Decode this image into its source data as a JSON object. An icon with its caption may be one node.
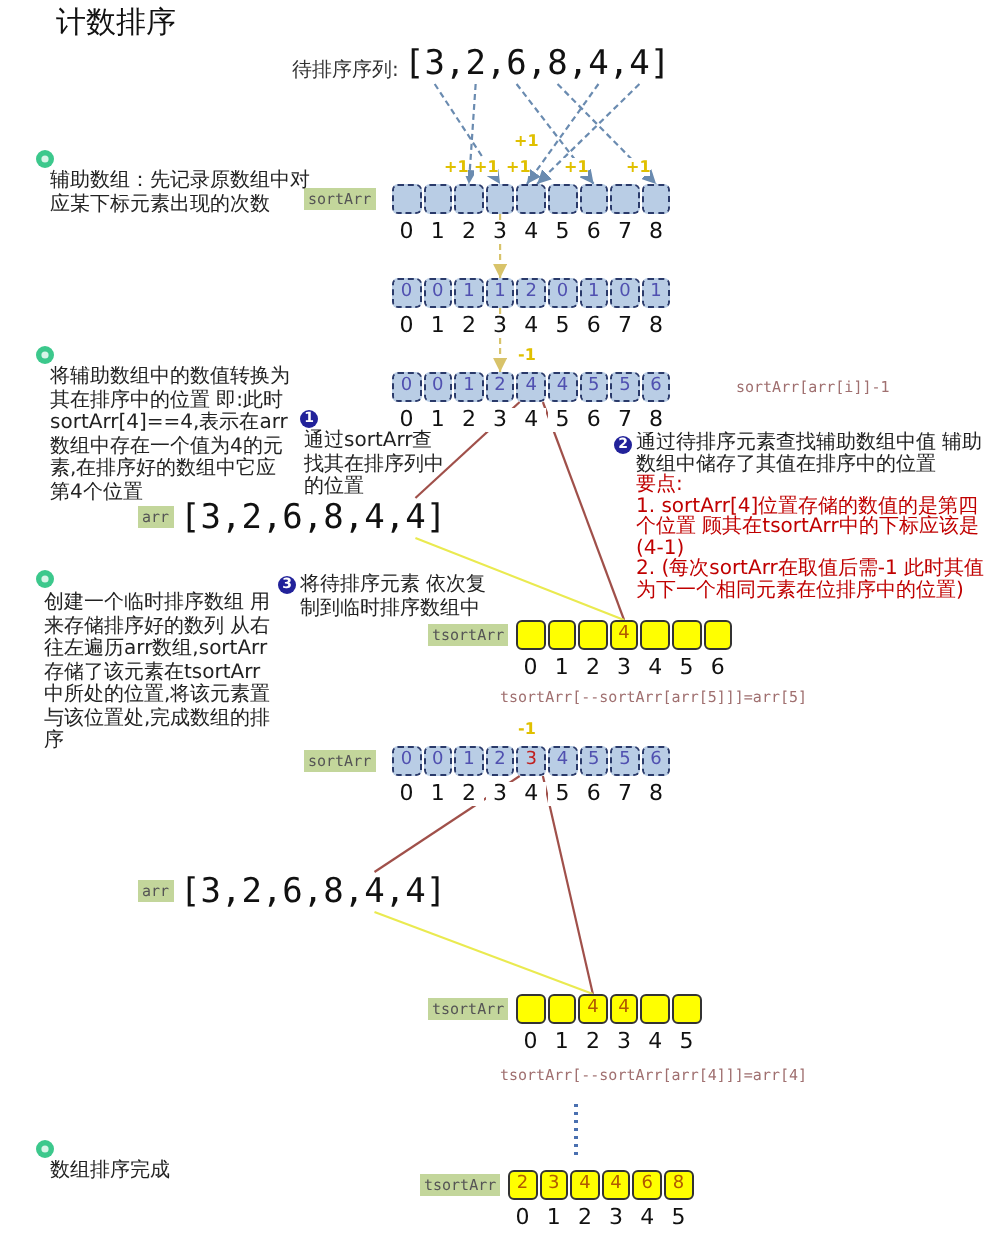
{
  "diagram": {
    "title": "计数排序",
    "nodes": [
      {
        "text": [
          "[3,2,6,8,4,4]"
        ],
        "beside": [
          "待排序序列:"
        ]
      },
      {
        "text": [
          "sortArr"
        ]
      },
      {
        "text": [],
        "shape": "box"
      },
      {
        "text": [],
        "shape": "box"
      },
      {
        "text": [],
        "shape": "box"
      },
      {
        "text": [],
        "shape": "box"
      },
      {
        "text": [],
        "shape": "box"
      },
      {
        "text": [],
        "shape": "box"
      },
      {
        "text": [],
        "shape": "box"
      },
      {
        "text": [],
        "shape": "box"
      },
      {
        "text": [],
        "shape": "box"
      },
      {
        "text": [
          "0"
        ]
      },
      {
        "text": [
          "0"
        ]
      },
      {
        "text": [
          "1"
        ]
      },
      {
        "text": [
          "1"
        ]
      },
      {
        "text": [
          "2"
        ]
      },
      {
        "text": [
          "0"
        ]
      },
      {
        "text": [
          "1"
        ]
      },
      {
        "text": [
          "0"
        ]
      },
      {
        "text": [
          "1"
        ]
      },
      {
        "text": [
          "0"
        ]
      },
      {
        "text": [
          "0"
        ]
      },
      {
        "text": [
          "1"
        ]
      },
      {
        "text": [
          "2"
        ]
      },
      {
        "text": [
          "4"
        ]
      },
      {
        "text": [
          "4"
        ]
      },
      {
        "text": [
          "5"
        ]
      },
      {
        "text": [
          "5"
        ]
      },
      {
        "text": [
          "6"
        ]
      },
      {
        "text": [
          "arr"
        ]
      },
      {
        "text": [
          "[3,2,6,8,4,4]"
        ]
      },
      {
        "text": [
          "tsortArr"
        ]
      },
      {
        "text": [],
        "shape": "box"
      },
      {
        "text": [],
        "shape": "box"
      },
      {
        "text": [],
        "shape": "box"
      },
      {
        "text": [
          "4"
        ]
      },
      {
        "text": [],
        "shape": "box"
      },
      {
        "text": [],
        "shape": "box"
      },
      {
        "text": [],
        "shape": "box"
      },
      {
        "text": [
          "sortArr"
        ]
      },
      {
        "text": [
          "0"
        ]
      },
      {
        "text": [
          "0"
        ]
      },
      {
        "text": [
          "1"
        ]
      },
      {
        "text": [
          "2"
        ]
      },
      {
        "text": [
          "3"
        ]
      },
      {
        "text": [
          "4"
        ]
      },
      {
        "text": [
          "5"
        ]
      },
      {
        "text": [
          "5"
        ]
      },
      {
        "text": [
          "6"
        ]
      },
      {
        "text": [
          "arr"
        ]
      },
      {
        "text": [
          "[3,2,6,8,4,4]"
        ]
      },
      {
        "text": [
          "tsortArr"
        ]
      },
      {
        "text": [],
        "shape": "box"
      },
      {
        "text": [],
        "shape": "box"
      },
      {
        "text": [
          "4"
        ]
      },
      {
        "text": [
          "4"
        ]
      },
      {
        "text": [],
        "shape": "box"
      },
      {
        "text": [],
        "shape": "box"
      },
      {
        "text": [
          "tsortArr"
        ]
      },
      {
        "text": [
          "2"
        ]
      },
      {
        "text": [
          "3"
        ]
      },
      {
        "text": [
          "4"
        ]
      },
      {
        "text": [
          "4"
        ]
      },
      {
        "text": [
          "6"
        ]
      },
      {
        "text": [
          "8"
        ]
      }
    ],
    "edges": [
      {
        "from": 0,
        "to": 5,
        "arrow": "to",
        "label": "+1",
        "style": "dashed"
      },
      {
        "from": 0,
        "to": 4,
        "arrow": "to",
        "label": "+1",
        "style": "dashed"
      },
      {
        "from": 0,
        "to": 8,
        "arrow": "to",
        "label": "+1",
        "style": "dashed"
      },
      {
        "from": 0,
        "to": 10,
        "arrow": "to",
        "label": "+1",
        "style": "dashed"
      },
      {
        "from": 0,
        "to": 6,
        "arrow": "to",
        "label": "+1",
        "style": "dashed"
      },
      {
        "from": 0,
        "to": 6,
        "arrow": "to",
        "label": "+1",
        "style": "dashed"
      },
      {
        "from": 5,
        "to": 14,
        "arrow": "to",
        "style": "dashed",
        "color": "#d8c36a"
      },
      {
        "from": 14,
        "to": 23,
        "arrow": "to",
        "style": "dashed",
        "color": "#d8c36a"
      },
      {
        "from": 24,
        "to": 30,
        "arrow": "none",
        "color": "#a0504a"
      },
      {
        "from": 24,
        "to": 35,
        "arrow": "none",
        "color": "#a0504a"
      },
      {
        "from": 30,
        "to": 35,
        "arrow": "none",
        "color": "#eaea50"
      },
      {
        "from": 44,
        "to": 50,
        "arrow": "none",
        "color": "#a0504a"
      },
      {
        "from": 44,
        "to": 54,
        "arrow": "none",
        "color": "#a0504a"
      },
      {
        "from": 50,
        "to": 54,
        "arrow": "none",
        "color": "#eaea50"
      }
    ],
    "labels": [
      "辅助数组：先记录原数组中对应某下标元素出现的次数",
      "0",
      "1",
      "2",
      "3",
      "4",
      "5",
      "6",
      "7",
      "8",
      "0",
      "1",
      "2",
      "3",
      "4",
      "5",
      "6",
      "7",
      "8",
      "-1",
      "将辅助数组中的数值转换为其在排序中的位置 即:此时sortArr[4]==4,表示在arr数组中存在一个值为4的元素,在排序好的数组中它应第4个位置",
      "sortArr[arr[i]]-1",
      "0",
      "1",
      "2",
      "3",
      "4",
      "5",
      "6",
      "7",
      "8",
      "2",
      "通过待排序元素查找辅助数组中值 辅助数组中储存了其值在排序中的位置",
      "要点:",
      "1. sortArr[4]位置存储的数值的是第四个位置 顾其在tsortArr中的下标应该是(4-1)",
      "2. (每次sortArr在取值后需-1 此时其值为下一个相同元素在位排序中的位置)",
      "1",
      "通过sortArr查找其在排序列中的位置",
      "3",
      "将待排序元素 依次复制到临时排序数组中",
      "创建一个临时排序数组 用来存储排序好的数列 从右往左遍历arr数组,sortArr存储了该元素在tsortArr中所处的位置,将该元素置与该位置处,完成数组的排序",
      "0",
      "1",
      "2",
      "3",
      "4",
      "5",
      "6",
      "tsortArr[--sortArr[arr[5]]]=arr[5]",
      "-1",
      "0",
      "1",
      "2",
      "3",
      "4",
      "5",
      "6",
      "7",
      "8",
      "0",
      "1",
      "2",
      "3",
      "4",
      "5",
      "tsortArr[--sortArr[arr[4]]]=arr[4]",
      "数组排序完成",
      "0",
      "1",
      "2",
      "3",
      "4",
      "5"
    ]
  }
}
